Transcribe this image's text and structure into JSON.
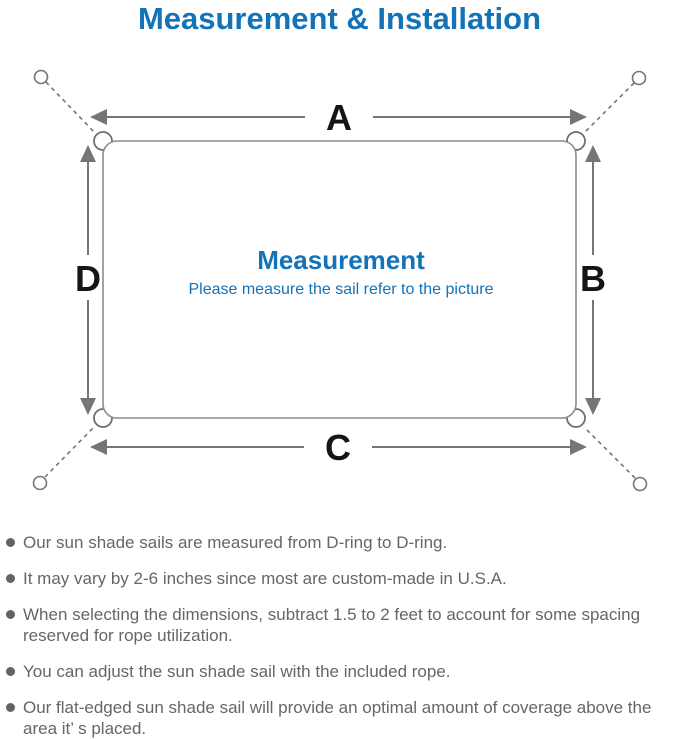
{
  "title": "Measurement & Installation",
  "diagram": {
    "dimension_labels": {
      "top": "A",
      "right": "B",
      "bottom": "C",
      "left": "D"
    },
    "center_title": "Measurement",
    "center_subtitle": "Please measure the sail refer to the picture"
  },
  "notes": {
    "items": [
      "Our sun shade sails are measured from D-ring to D-ring.",
      "It may vary by 2-6 inches since most are custom-made in U.S.A.",
      "When selecting the dimensions, subtract 1.5 to 2 feet to account for some spacing reserved for rope utilization.",
      "You can adjust the sun shade sail with the included rope.",
      "Our flat-edged sun shade sail will provide an optimal amount of coverage above the area it’ s placed."
    ]
  },
  "colors": {
    "accent_blue": "#1273b8",
    "dimension_line_gray": "#757575",
    "sail_stroke_gray": "#8c8c8c",
    "label_black": "#151515",
    "note_text_gray": "#666666"
  }
}
